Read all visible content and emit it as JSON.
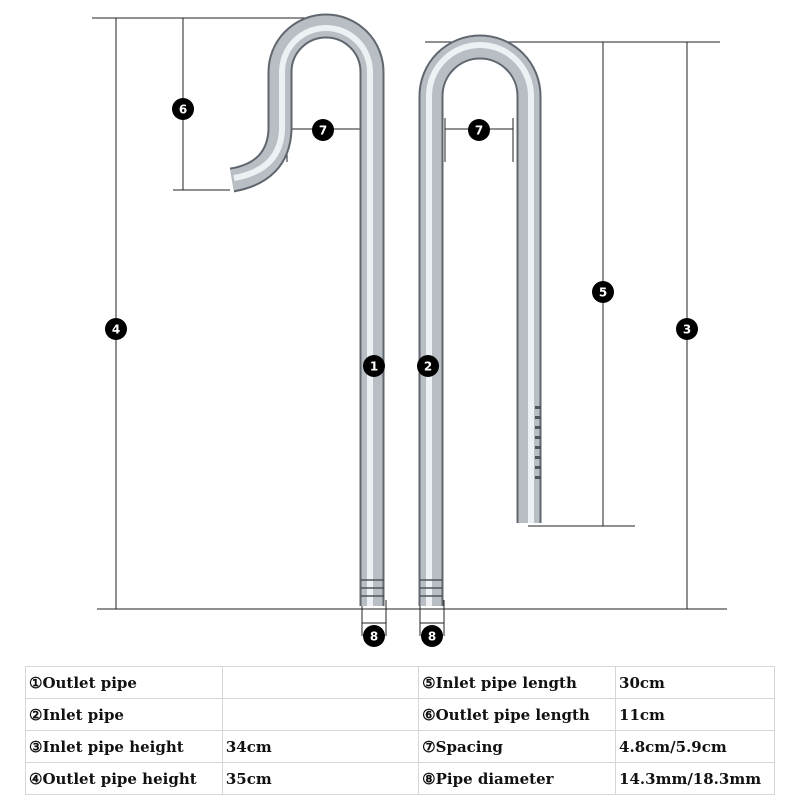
{
  "diagram": {
    "callouts": {
      "outlet_pipe": "1",
      "inlet_pipe": "2",
      "inlet_pipe_height": "3",
      "outlet_pipe_height": "4",
      "inlet_pipe_length": "5",
      "outlet_pipe_length": "6",
      "spacing": "7",
      "pipe_diameter": "8"
    }
  },
  "spec_table": {
    "rows": [
      {
        "label_a": "①Outlet pipe",
        "value_a": "",
        "label_b": "⑤Inlet pipe length",
        "value_b": "30cm"
      },
      {
        "label_a": "②Inlet pipe",
        "value_a": "",
        "label_b": "⑥Outlet pipe length",
        "value_b": "11cm"
      },
      {
        "label_a": "③Inlet pipe height",
        "value_a": "34cm",
        "label_b": "⑦Spacing",
        "value_b": "4.8cm/5.9cm"
      },
      {
        "label_a": "④Outlet pipe height",
        "value_a": "35cm",
        "label_b": "⑧Pipe diameter",
        "value_b": "14.3mm/18.3mm"
      }
    ]
  },
  "colors": {
    "badge": "#000000",
    "dimension_line": "#222222",
    "steel_dark": "#6f767d",
    "steel_light": "#f4f6f8",
    "table_border": "#d6d6d6"
  }
}
